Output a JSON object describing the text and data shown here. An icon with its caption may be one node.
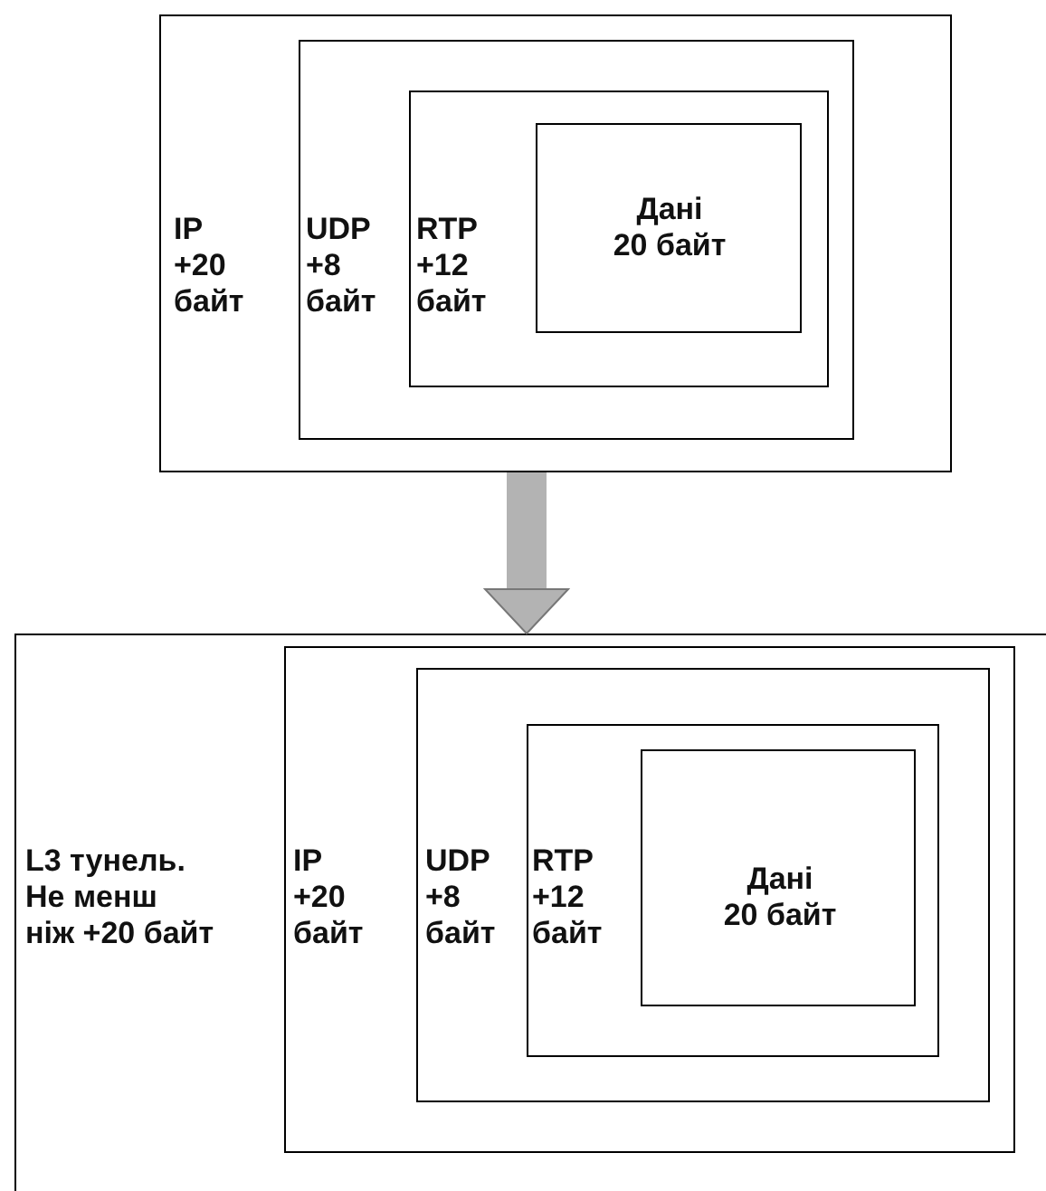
{
  "diagram": {
    "nodes": [
      {
        "text": [
          "IP +20 байт"
        ]
      },
      {
        "text": [
          "UDP +8 байт"
        ],
        "in": 0
      },
      {
        "text": [
          "RTP +12 байт"
        ],
        "in": 1
      },
      {
        "text": [
          "Дані 20 байт"
        ],
        "in": 2
      },
      {
        "text": [
          "L3 тунель. Не менш ніж +20 байт"
        ]
      },
      {
        "text": [
          "IP +20 байт"
        ],
        "in": 4
      },
      {
        "text": [
          "UDP +8 байт"
        ],
        "in": 5
      },
      {
        "text": [
          "RTP +12 байт"
        ],
        "in": 6
      },
      {
        "text": [
          "Дані 20 байт"
        ],
        "in": 7
      }
    ],
    "edges": [
      {
        "from": 0,
        "to": 4,
        "arrow": "to"
      }
    ]
  }
}
